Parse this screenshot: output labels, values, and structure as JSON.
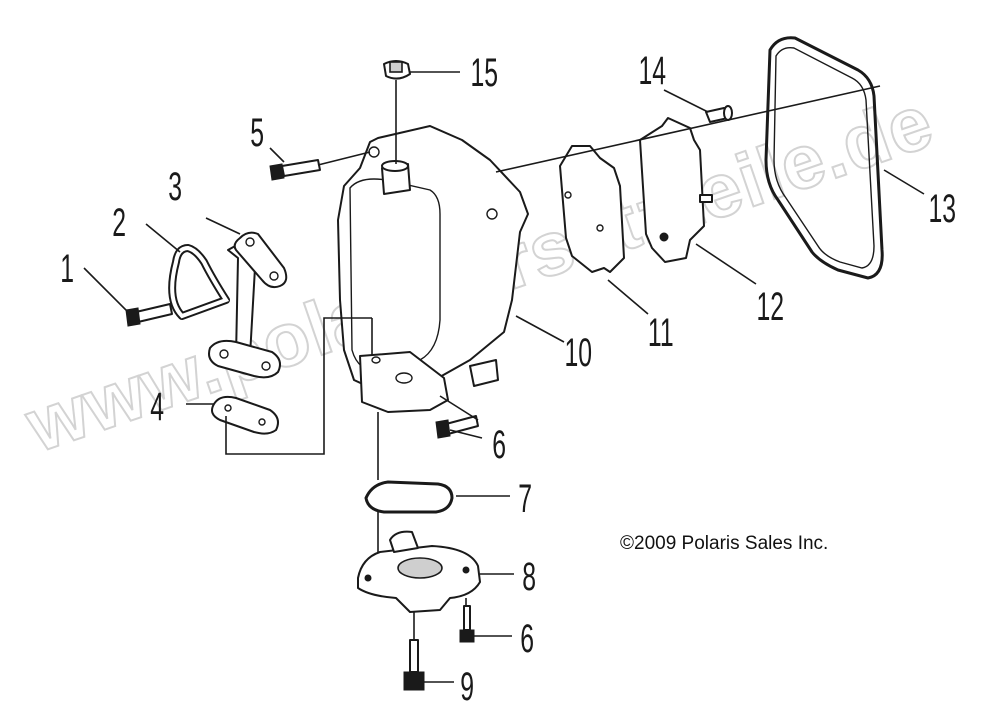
{
  "callouts": [
    {
      "id": "1",
      "label": "1"
    },
    {
      "id": "2",
      "label": "2"
    },
    {
      "id": "3",
      "label": "3"
    },
    {
      "id": "4",
      "label": "4"
    },
    {
      "id": "5",
      "label": "5"
    },
    {
      "id": "6a",
      "label": "6"
    },
    {
      "id": "6b",
      "label": "6"
    },
    {
      "id": "7",
      "label": "7"
    },
    {
      "id": "8",
      "label": "8"
    },
    {
      "id": "9",
      "label": "9"
    },
    {
      "id": "10",
      "label": "10"
    },
    {
      "id": "11",
      "label": "11"
    },
    {
      "id": "12",
      "label": "12"
    },
    {
      "id": "13",
      "label": "13"
    },
    {
      "id": "14",
      "label": "14"
    },
    {
      "id": "15",
      "label": "15"
    }
  ],
  "copyright": "2009 Polaris Sales Inc.",
  "copyright_symbol": "©",
  "watermark": "www.polarisersatzteile.de"
}
